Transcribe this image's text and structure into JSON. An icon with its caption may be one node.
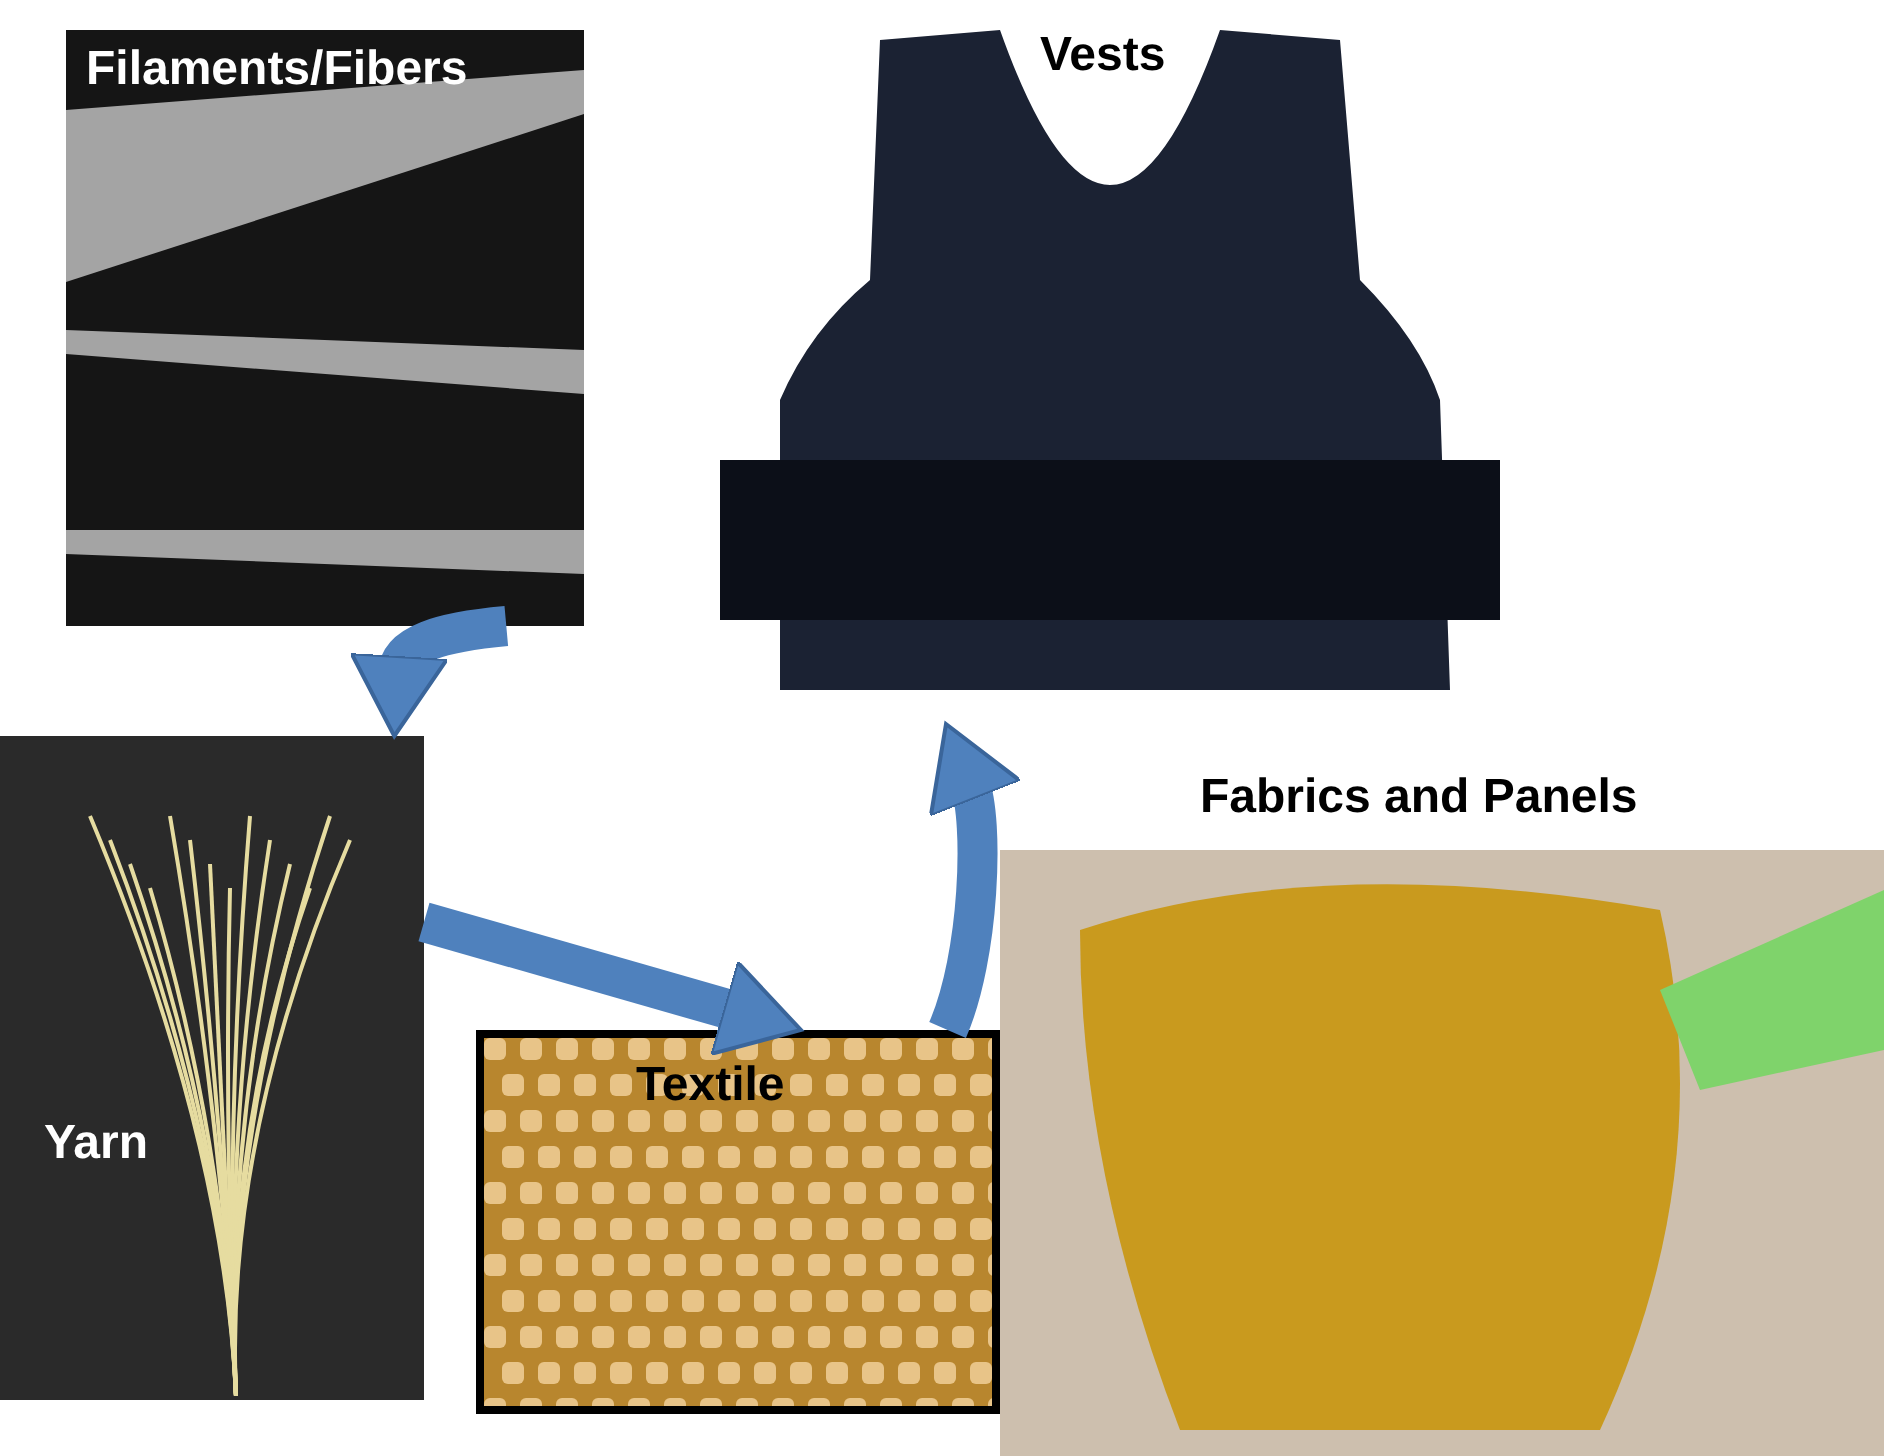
{
  "diagram": {
    "nodes": [
      {
        "text": [
          "Filaments/Fibers"
        ]
      },
      {
        "text": [
          "Vests"
        ]
      },
      {
        "text": [
          "Yarn"
        ]
      },
      {
        "text": [
          "Textile"
        ]
      },
      {
        "text": [
          "Fabrics and Panels"
        ]
      }
    ],
    "edges": [
      {
        "from": 0,
        "to": 2,
        "arrow": "to"
      },
      {
        "from": 2,
        "to": 3,
        "arrow": "to"
      },
      {
        "from": 3,
        "to": 1,
        "arrow": "to"
      }
    ]
  }
}
